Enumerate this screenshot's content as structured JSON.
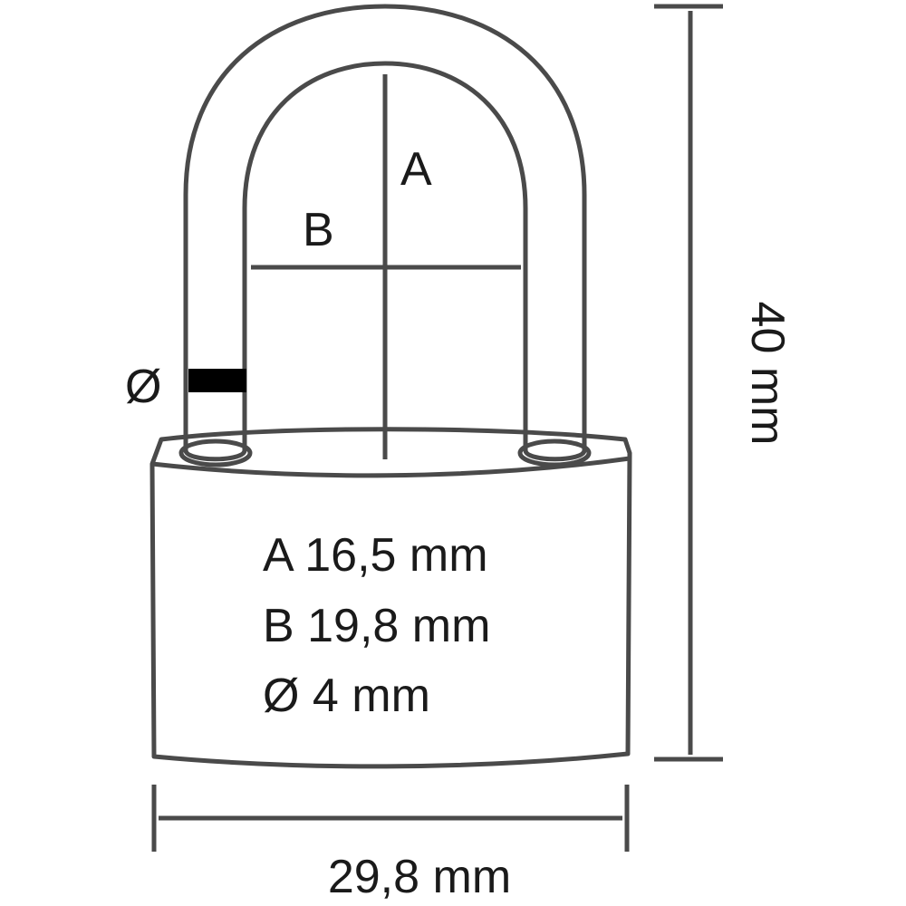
{
  "labels": {
    "a": "A",
    "b": "B",
    "diameter": "Ø"
  },
  "specs": [
    {
      "text": "A 16,5 mm"
    },
    {
      "text": "B 19,8 mm"
    },
    {
      "text": "Ø 4 mm"
    }
  ],
  "dimensions": {
    "height": "40 mm",
    "width": "29,8 mm"
  },
  "colors": {
    "line": "#4a4a4a",
    "marker": "#000000",
    "background": "#ffffff"
  }
}
